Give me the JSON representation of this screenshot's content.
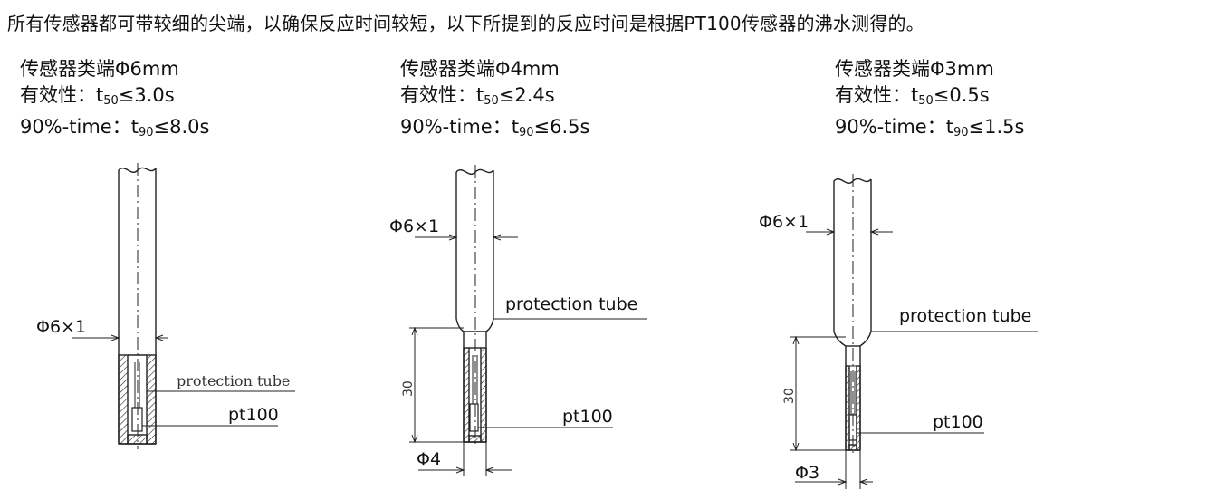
{
  "intro": "所有传感器都可带较细的尖端，以确保反应时间较短，以下所提到的反应时间是根据PT100传感器的沸水测得的。",
  "probes": [
    {
      "title": "传感器类端Φ6mm",
      "eff_label": "有效性：",
      "t50_main": "t",
      "t50_sub": "50",
      "t50_val": "≤3.0s",
      "time_label": "90%-time：",
      "t90_main": "t",
      "t90_sub": "90",
      "t90_val": "≤8.0s",
      "dim_top": "Φ6×1",
      "tube_label": "protection tube",
      "sensor_label": "pt100"
    },
    {
      "title": "传感器类端Φ4mm",
      "eff_label": "有效性：",
      "t50_main": "t",
      "t50_sub": "50",
      "t50_val": "≤2.4s",
      "time_label": "90%-time：",
      "t90_main": "t",
      "t90_sub": "90",
      "t90_val": "≤6.5s",
      "dim_top": "Φ6×1",
      "tube_label": "protection tube",
      "sensor_label": "pt100",
      "dim_len": "30",
      "dim_tip": "Φ4"
    },
    {
      "title": "传感器类端Φ3mm",
      "eff_label": "有效性：",
      "t50_main": "t",
      "t50_sub": "50",
      "t50_val": "≤0.5s",
      "time_label": "90%-time：",
      "t90_main": "t",
      "t90_sub": "90",
      "t90_val": "≤1.5s",
      "dim_top": "Φ6×1",
      "tube_label": "protection tube",
      "sensor_label": "pt100",
      "dim_len": "30",
      "dim_tip": "Φ3"
    }
  ]
}
